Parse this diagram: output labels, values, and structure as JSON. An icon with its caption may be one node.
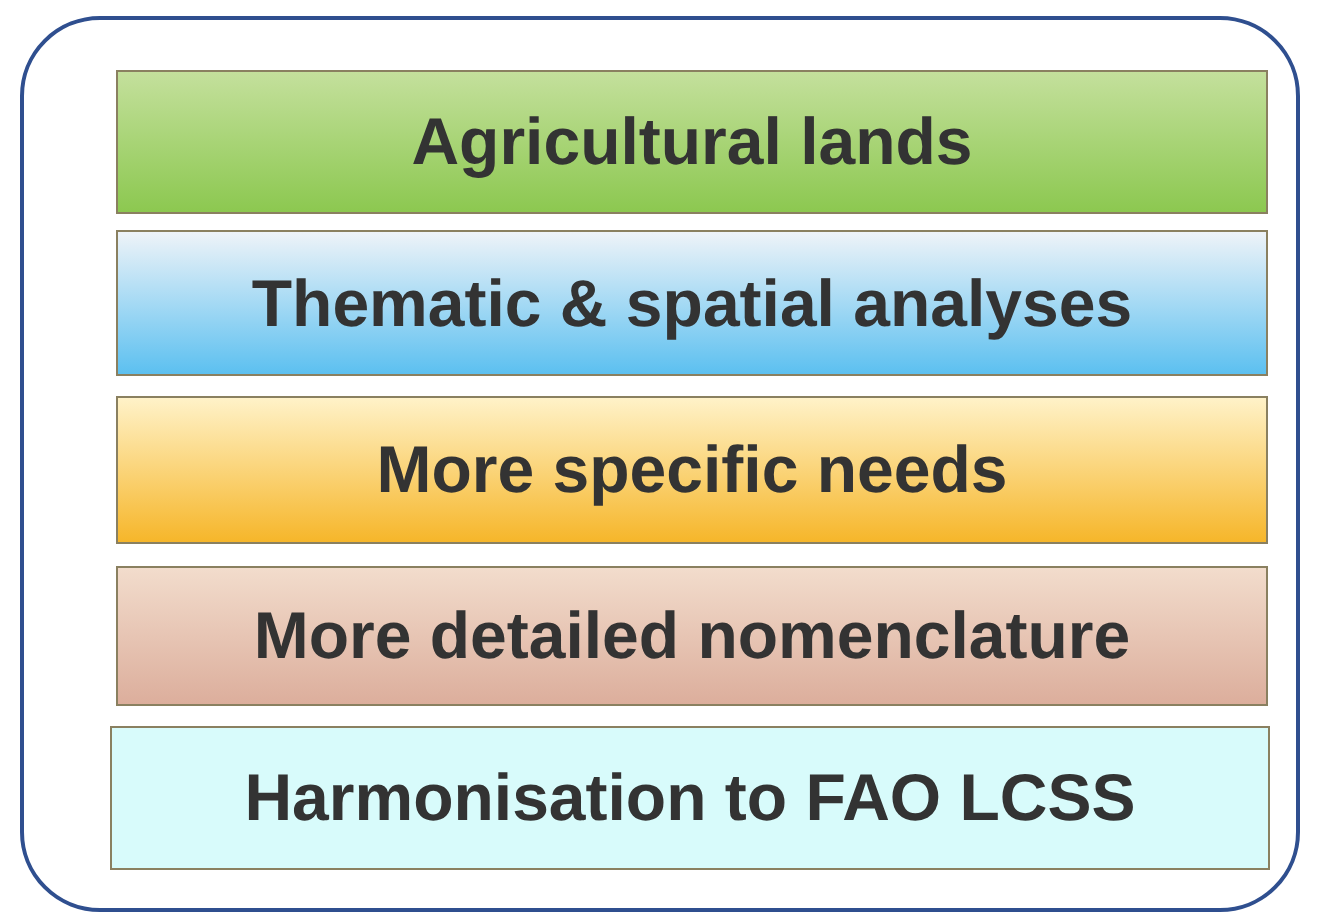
{
  "diagram": {
    "nodes": [
      {
        "text": [],
        "shape": "box"
      },
      {
        "text": [
          "Agricultural lands"
        ],
        "in": 0
      },
      {
        "text": [
          "Thematic & spatial analyses"
        ],
        "in": 0
      },
      {
        "text": [
          "More specific needs"
        ],
        "in": 0
      },
      {
        "text": [
          "More detailed nomenclature"
        ],
        "in": 0
      },
      {
        "text": [
          "Harmonisation to FAO LCSS"
        ],
        "in": 0
      }
    ],
    "edges": []
  }
}
